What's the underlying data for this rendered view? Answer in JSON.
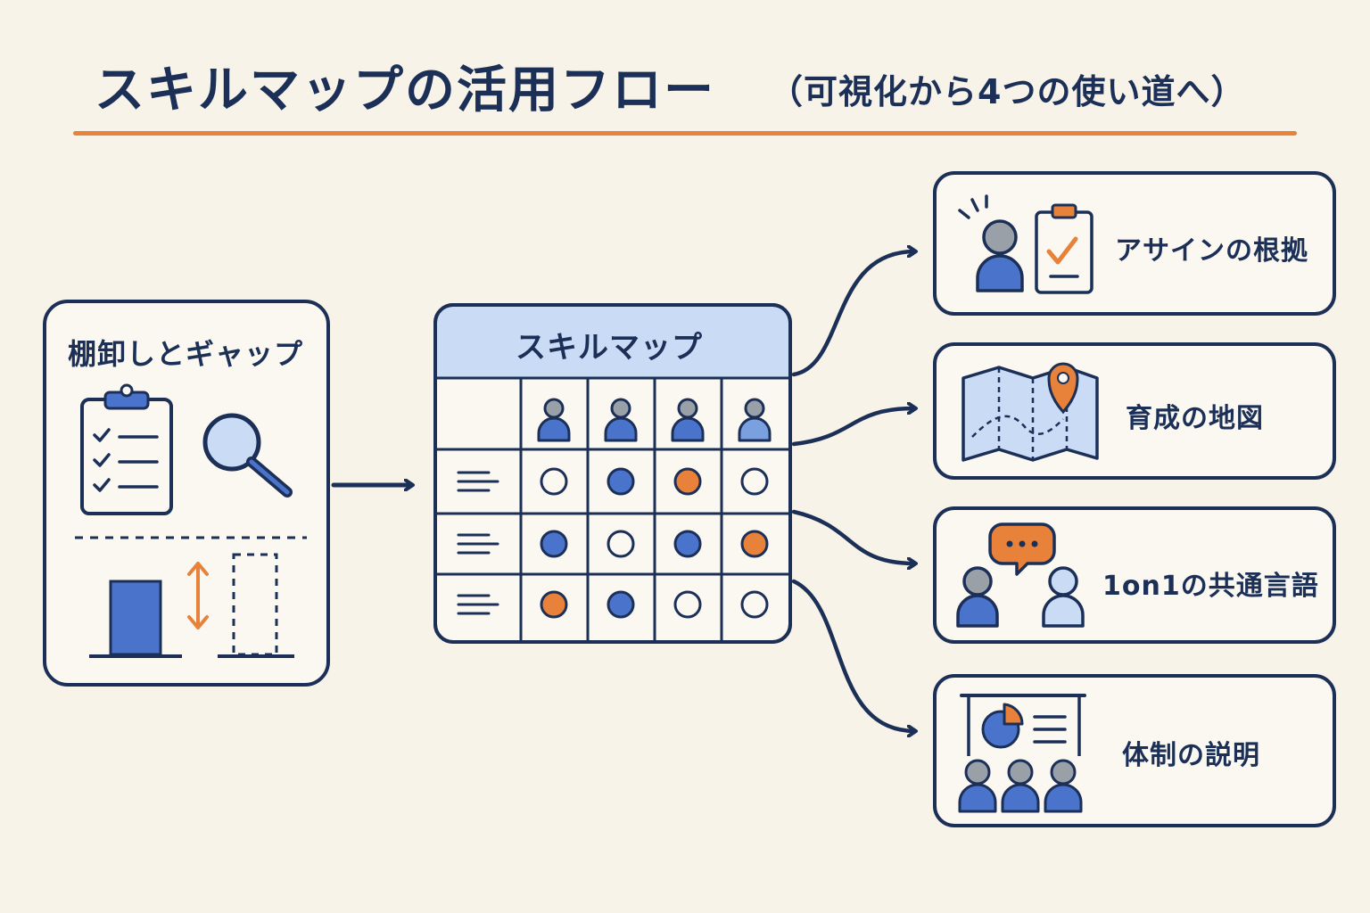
{
  "title": {
    "main": "スキルマップの活用フロー",
    "sub": "（可視化から4つの使い道へ）"
  },
  "input_box": {
    "label": "棚卸しとギャップ"
  },
  "skill_map": {
    "label": "スキルマップ",
    "members": 4,
    "rows": [
      [
        "empty",
        "blue",
        "orange",
        "empty"
      ],
      [
        "blue",
        "empty",
        "blue",
        "orange"
      ],
      [
        "orange",
        "blue",
        "empty",
        "empty"
      ]
    ]
  },
  "outputs": [
    {
      "label": "アサインの根拠",
      "icon": "person-clipboard-icon"
    },
    {
      "label": "育成の地図",
      "icon": "map-pin-icon"
    },
    {
      "label": "1on1の共通言語",
      "icon": "conversation-icon"
    },
    {
      "label": "体制の説明",
      "icon": "presentation-icon"
    }
  ],
  "colors": {
    "navy": "#1b2f57",
    "blue": "#4a74cc",
    "light_blue": "#c9dbf5",
    "orange": "#e8823a",
    "gray": "#9aa0a8",
    "background": "#f8f3e8"
  }
}
